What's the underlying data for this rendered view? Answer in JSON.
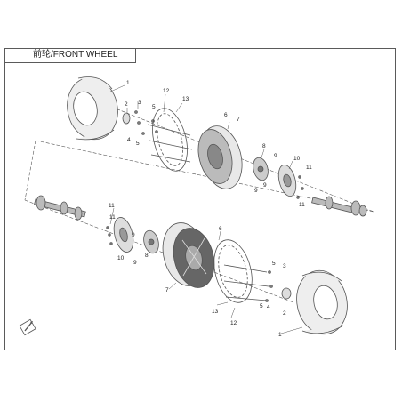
{
  "title": "前轮/FRONT WHEEL",
  "callouts": [
    "1",
    "2",
    "3",
    "4",
    "5",
    "6",
    "7",
    "8",
    "9",
    "10",
    "11",
    "12",
    "13"
  ],
  "colors": {
    "line": "#555555",
    "part_fill": "#e4e4e4",
    "dark_fill": "#555555"
  }
}
